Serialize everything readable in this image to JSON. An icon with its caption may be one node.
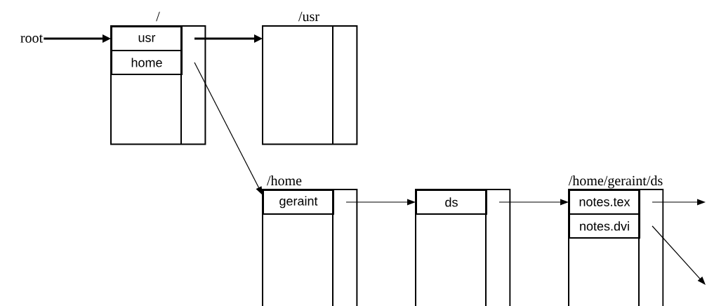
{
  "diagram": {
    "nodes": [
      {
        "text": [
          "/"
        ]
      },
      {
        "text": [
          "usr"
        ],
        "in": 0
      },
      {
        "text": [
          "home"
        ],
        "in": 0
      },
      {
        "text": [
          "/usr"
        ]
      },
      {
        "text": [
          "root"
        ]
      },
      {
        "text": [
          "/home"
        ]
      },
      {
        "text": [
          "geraint"
        ],
        "in": 5
      },
      {
        "text": [],
        "shape": "box"
      },
      {
        "text": [
          "ds"
        ],
        "in": 7
      },
      {
        "text": [
          "/home/geraint/ds"
        ]
      },
      {
        "text": [
          "notes.tex"
        ],
        "in": 9
      },
      {
        "text": [
          "notes.dvi"
        ],
        "in": 9
      }
    ],
    "edges": [
      {
        "from": 4,
        "to": 0,
        "arrow": "to",
        "style": "thick"
      },
      {
        "from": 1,
        "to": 3,
        "arrow": "to",
        "style": "thick"
      },
      {
        "from": 2,
        "to": 5,
        "arrow": "to"
      },
      {
        "from": 6,
        "to": 7,
        "arrow": "to"
      },
      {
        "from": 8,
        "to": 9,
        "arrow": "to"
      },
      {
        "from": 10,
        "to": null,
        "arrow": "to"
      },
      {
        "from": 11,
        "to": null,
        "arrow": "to"
      }
    ]
  }
}
